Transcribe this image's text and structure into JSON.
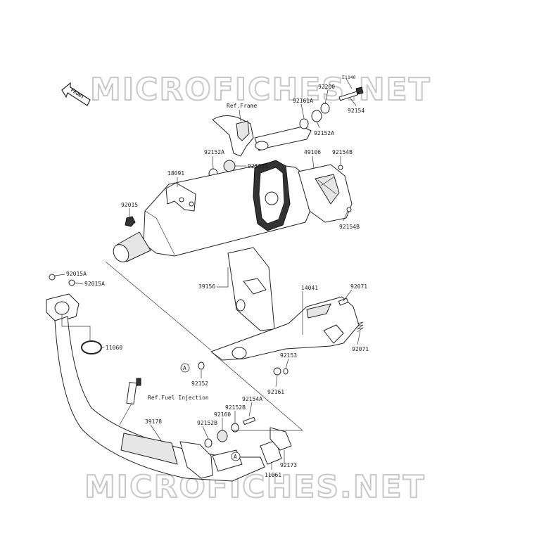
{
  "watermark": {
    "top": "MICROFICHES.NET",
    "bottom": "MICROFICHES.NET"
  },
  "front_arrow": {
    "label": "FRONT"
  },
  "refs": {
    "frame": "Ref.Frame",
    "fuel_injection": "Ref.Fuel Injection"
  },
  "callouts": [
    "E1140",
    "92200",
    "92154",
    "92161A",
    "92152A",
    "92161A",
    "92152A",
    "49106",
    "92154B",
    "92154B",
    "18091",
    "92015",
    "92015A",
    "92015A",
    "11060",
    "39156",
    "14041",
    "92071",
    "92071",
    "92153",
    "92161",
    "92152",
    "39178",
    "92152B",
    "92160",
    "92152B",
    "92154A",
    "92173",
    "11061"
  ],
  "marker": "A"
}
